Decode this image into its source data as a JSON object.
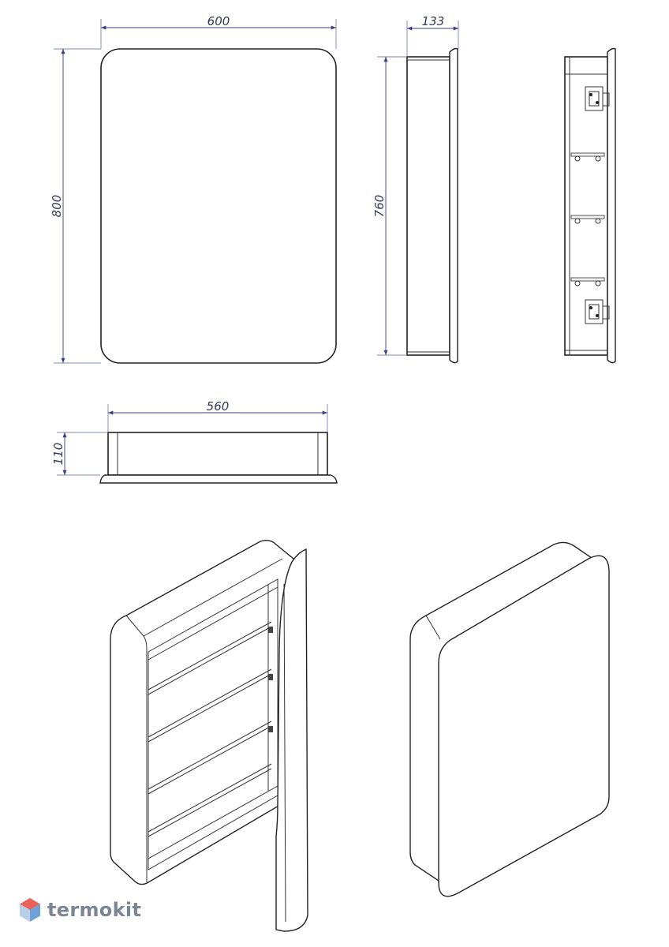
{
  "dimensions": {
    "front_width": "600",
    "front_height": "800",
    "side_depth": "133",
    "side_height": "760",
    "top_width": "560",
    "top_depth": "110"
  },
  "brand": {
    "name": "termokit",
    "icon": "hexagon-logo-icon",
    "colors": {
      "top": "#e8625a",
      "bottom": "#6fa0d8",
      "text": "#7b8594"
    }
  }
}
